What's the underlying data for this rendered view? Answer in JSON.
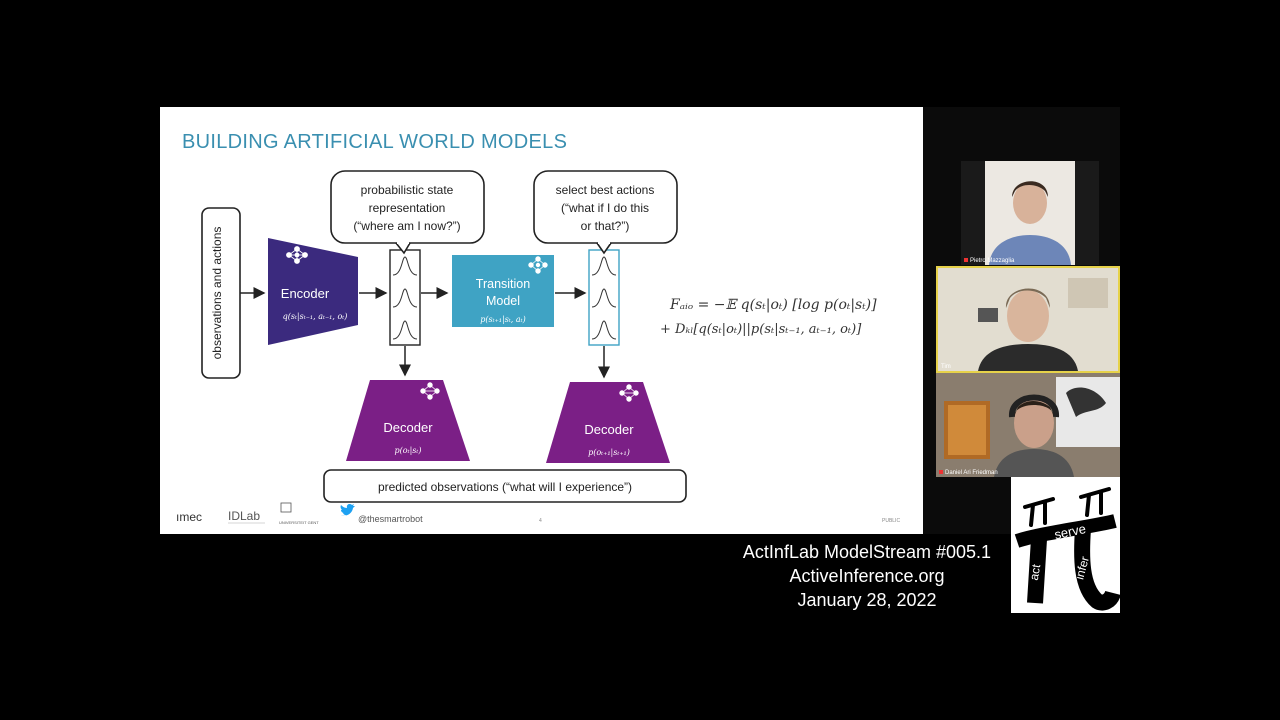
{
  "slide": {
    "title": "BUILDING ARTIFICIAL WORLD MODELS",
    "side_label": "observations and actions",
    "encoder": {
      "label": "Encoder",
      "formula": "q(sₜ|sₜ₋₁, aₜ₋₁, oₜ)"
    },
    "transition": {
      "label_line1": "Transition",
      "label_line2": "Model",
      "formula": "p(sₜ₊₁|sₜ, aₜ)"
    },
    "bubble1": {
      "line1": "probabilistic state",
      "line2": "representation",
      "line3": "(“where am I now?”)"
    },
    "bubble2": {
      "line1": "select best actions",
      "line2": "(“what if I do this",
      "line3": "or that?”)"
    },
    "decoder1": {
      "label": "Decoder",
      "formula": "p(oₜ|sₜ)"
    },
    "decoder2": {
      "label": "Decoder",
      "formula": "p(oₜ₊₁|sₜ₊₁)"
    },
    "predicted": "predicted observations (“what will I experience”)",
    "equation_line1": "Fₐᵢₒ = −𝔼 q(sₜ|oₜ) [log p(oₜ|sₜ)]",
    "equation_line2": "+ Dₖₗ[q(sₜ|oₜ)||p(sₜ|sₜ₋₁, aₜ₋₁, oₜ)]",
    "footer": {
      "imec": "ımec",
      "idlab": "IDLab",
      "ugent": "UNIVERSITEIT GENT",
      "twitter": "@thesmartrobot",
      "page": "4",
      "public": "PUBLIC"
    },
    "colors": {
      "title": "#3a8fb0",
      "encoder": "#3b2a7e",
      "transition": "#3fa3c4",
      "decoder": "#7b1f86"
    }
  },
  "participants": [
    {
      "name": "Pietro Mazzaglia"
    },
    {
      "name": "Tim"
    },
    {
      "name": "Daniel Ari Friedman"
    }
  ],
  "caption": {
    "line1": "ActInfLab ModelStream #005.1",
    "line2": "ActiveInference.org",
    "line3": "January 28, 2022"
  },
  "logo": {
    "top_word": "serve",
    "left_word": "act",
    "right_word": "infer",
    "glyph": "π"
  }
}
